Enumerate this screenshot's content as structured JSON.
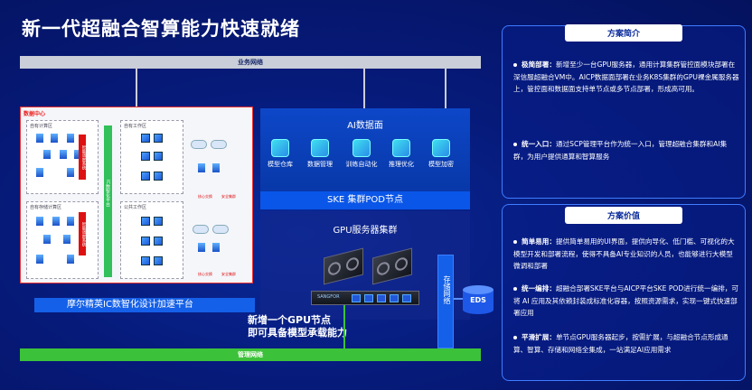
{
  "title": "新一代超融合智算能力快速就绪",
  "business_network": "业务网络",
  "management_network": "管理网络",
  "data_center": {
    "label": "数据中心",
    "zone1": "自有计算区",
    "zone2": "自有存储计算区",
    "zone3": "自有工作区",
    "zone4": "公共工作区",
    "red1": "智能调度系统",
    "red2": "智能调度系统",
    "mid_platform": "IC数智化平台",
    "core_switch": "核心交换",
    "sec_cluster": "安全集群"
  },
  "ai_panel": {
    "title": "AI数据面",
    "items": [
      {
        "label": "模型仓库",
        "icon": "model-repo-icon"
      },
      {
        "label": "数据管理",
        "icon": "data-management-icon"
      },
      {
        "label": "训练自动化",
        "icon": "training-automation-icon"
      },
      {
        "label": "推理优化",
        "icon": "inference-optimization-icon"
      },
      {
        "label": "模型加密",
        "icon": "model-encryption-icon"
      }
    ]
  },
  "ske_node": "SKE 集群POD节点",
  "gpu_cluster": "GPU服务器集群",
  "server_brand": "SANGFOR",
  "storage_network": "存储网络",
  "eds": "EDS",
  "platform_label": "摩尔精英IC数智化设计加速平台",
  "new_gpu_line1": "新增一个GPU节点",
  "new_gpu_line2": "即可具备模型承载能力",
  "solution_intro": {
    "heading": "方案简介",
    "items": [
      {
        "title": "极简部署：",
        "text": "新增至少一台GPU服务器，通用计算集群管控面模块部署在深信服超融合VM中。AICP数据面部署在业务K8S集群的GPU裸金属服务器上，管控面和数据面支持单节点或多节点部署，形成高可用。"
      },
      {
        "title": "统一入口：",
        "text": "通过SCP管理平台作为统一入口，管理超融合集群和AI集群，为用户提供通算和智算服务"
      }
    ]
  },
  "solution_value": {
    "heading": "方案价值",
    "items": [
      {
        "title": "简单易用：",
        "text": "提供简单易用的UI界面，提供向导化、低门槛、可视化的大模型开发和部署流程，使得不具备AI专业知识的人员，也能够进行大模型微调和部署"
      },
      {
        "title": "统一编排：",
        "text": "超融合部署SKE平台与AICP平台SKE POD进行统一编排，可将 AI 应用及其依赖封装成标准化容器，按照资源需求，实现一键式快速部署应用"
      },
      {
        "title": "平滑扩展：",
        "text": "单节点GPU服务器起步，按需扩展，与超融合节点形成通算、智算、存储和网络全集成，一站满足AI应用需求"
      }
    ]
  },
  "colors": {
    "background": "#061a7a",
    "accent": "#1560e8",
    "management_bar": "#3cc23a",
    "business_bar": "#c9ced8"
  }
}
